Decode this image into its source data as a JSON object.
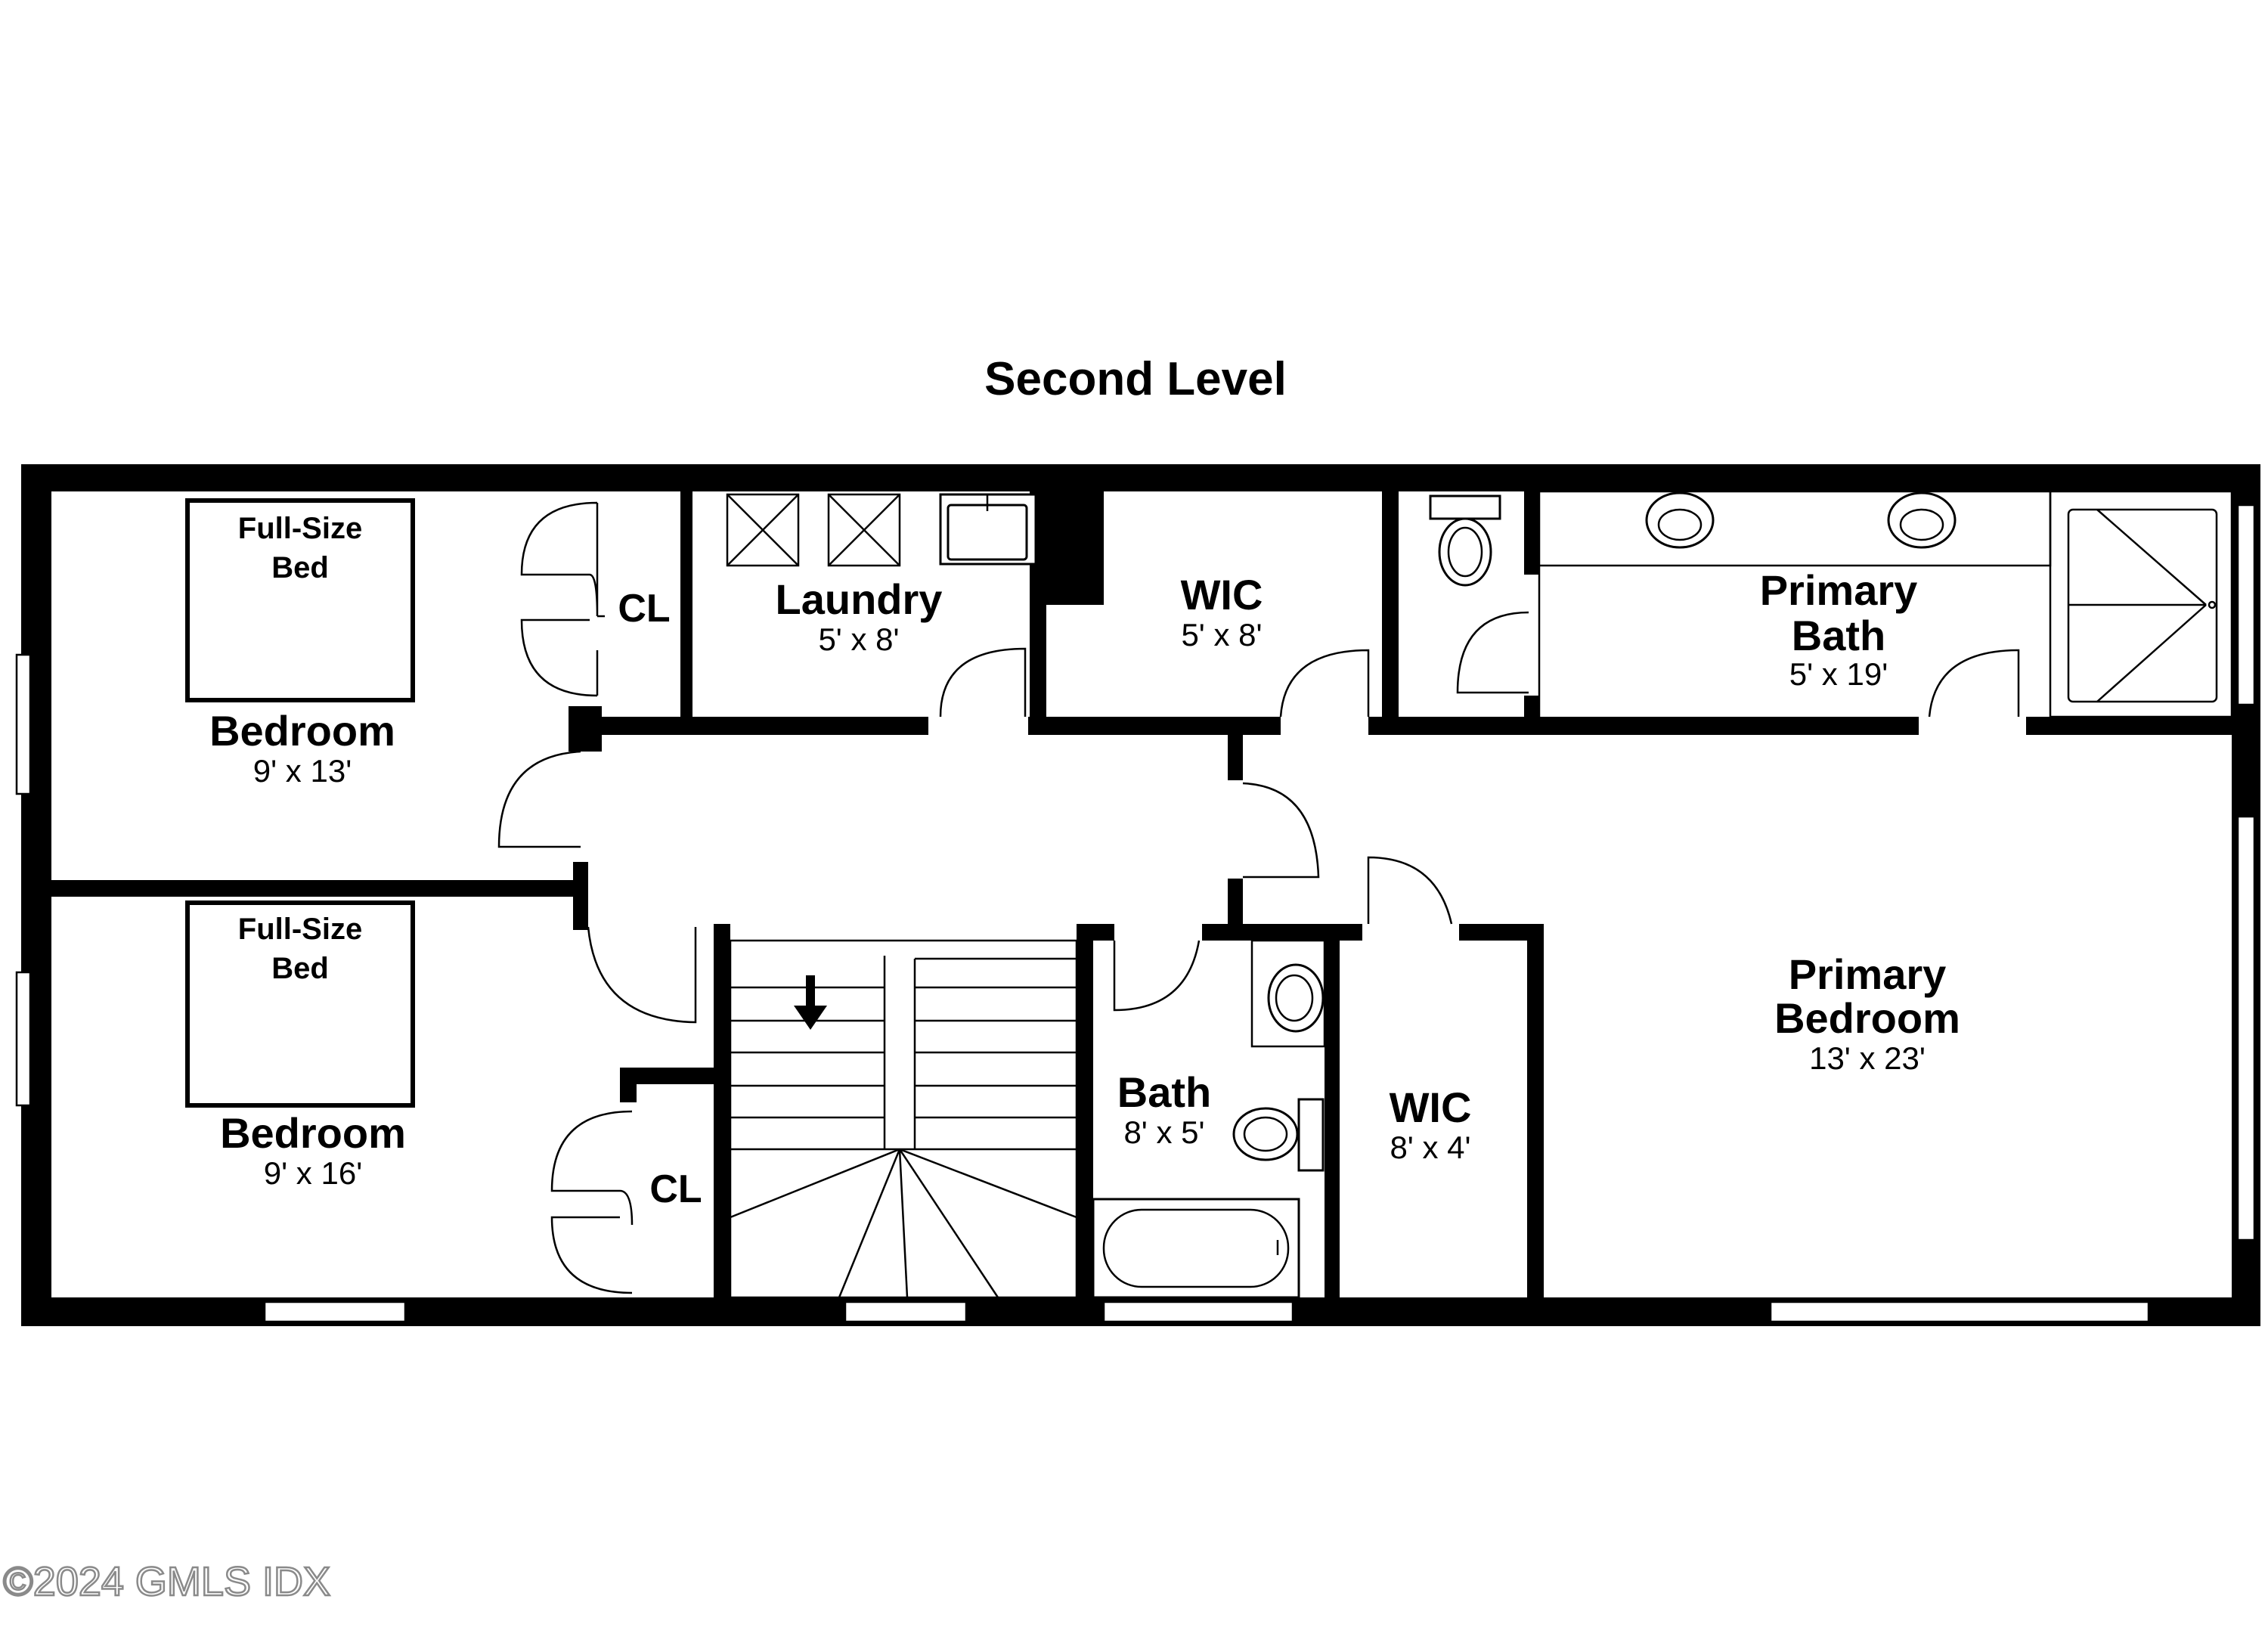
{
  "title": "Second Level",
  "copyright": "©2024 GMLS IDX",
  "rooms": {
    "bedroom1": {
      "name": "Bedroom",
      "dims": "9' x 13'"
    },
    "bedroom2": {
      "name": "Bedroom",
      "dims": "9' x 16'"
    },
    "laundry": {
      "name": "Laundry",
      "dims": "5' x 8'"
    },
    "wic1": {
      "name": "WIC",
      "dims": "5' x 8'"
    },
    "primary_bath": {
      "name_line1": "Primary",
      "name_line2": "Bath",
      "dims": "5' x 19'"
    },
    "bath": {
      "name": "Bath",
      "dims": "8' x 5'"
    },
    "wic2": {
      "name": "WIC",
      "dims": "8' x 4'"
    },
    "primary_bedroom": {
      "name_line1": "Primary",
      "name_line2": "Bedroom",
      "dims": "13' x 23'"
    },
    "closet1": {
      "name": "CL"
    },
    "closet2": {
      "name": "CL"
    }
  },
  "furniture": {
    "bed1": {
      "line1": "Full-Size",
      "line2": "Bed"
    },
    "bed2": {
      "line1": "Full-Size",
      "line2": "Bed"
    }
  },
  "icons": [
    "stair-direction-arrow-icon",
    "toilet-icon",
    "sink-icon",
    "bathtub-icon",
    "shower-icon",
    "washer-icon",
    "dryer-icon"
  ],
  "colors": {
    "walls": "#000000",
    "background": "#ffffff",
    "copyright": "#8a8a8a"
  }
}
